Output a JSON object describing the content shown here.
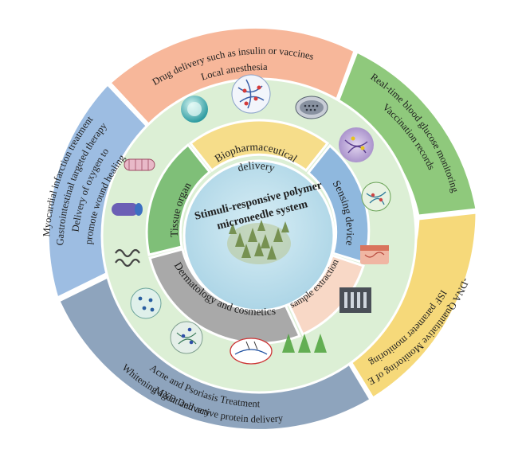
{
  "diagram": {
    "center_title": [
      "Stimuli-responsive polymer",
      "microneedle system"
    ],
    "inner_segments": [
      {
        "id": "biopharmaceutical",
        "lines": [
          "Biopharmaceutical",
          "delivery"
        ],
        "color": "#f6dd8a"
      },
      {
        "id": "sensing",
        "lines": [
          "Sensing device"
        ],
        "color": "#8fb8de"
      },
      {
        "id": "sample",
        "lines": [
          "sample extraction"
        ],
        "color": "#f8d8c6"
      },
      {
        "id": "dermatology",
        "lines": [
          "Dermatology and cosmetics"
        ],
        "color": "#a9a9a9"
      },
      {
        "id": "tissue",
        "lines": [
          "Tissue organ"
        ],
        "color": "#7fbf78"
      }
    ],
    "outer_segments": [
      {
        "id": "drug",
        "lines": [
          "Drug delivery such as insulin or vaccines",
          "Local anesthesia"
        ],
        "color": "#f7b79a"
      },
      {
        "id": "glucose",
        "lines": [
          "Real-time blood glucose monitoring",
          "Vaccination records"
        ],
        "color": "#8fc97c"
      },
      {
        "id": "isf",
        "lines": [
          "ISF parameter monitoring",
          "Cf-DNA Quantitative Monitoring of EBV"
        ],
        "color": "#f6d97a"
      },
      {
        "id": "acne",
        "lines": [
          "Acne and Psoriasis Treatment",
          "Whitening agent and active protein delivery",
          "MXD Delivery"
        ],
        "color": "#8ea4bd"
      },
      {
        "id": "myocardial",
        "lines": [
          "Myocardial infarction treatment",
          "Gastrointestinal targeted therapy",
          "Delivery of oxygen to",
          "promote wound healing"
        ],
        "color": "#9dbde2"
      }
    ],
    "colors": {
      "middle_ring": "#dcefd5",
      "core": "#b7dbe9",
      "ring_stroke": "#ffffff"
    },
    "illustrations": [
      "nanoparticle-sphere-icon",
      "crosslinked-network-icon",
      "microneedle-patch-disc-icon",
      "hydrogel-cell-icon",
      "molecular-network-icon",
      "skin-layer-icon",
      "needle-array-photo-icon",
      "microneedle-cones-icon",
      "skin-insertion-diagram-icon",
      "polymer-matrix-icon",
      "dotted-particle-icon",
      "ribbon-polymer-icon",
      "tube-scaffold-icon",
      "blue-tube-scaffold-icon",
      "core-microneedle-array-icon"
    ]
  }
}
